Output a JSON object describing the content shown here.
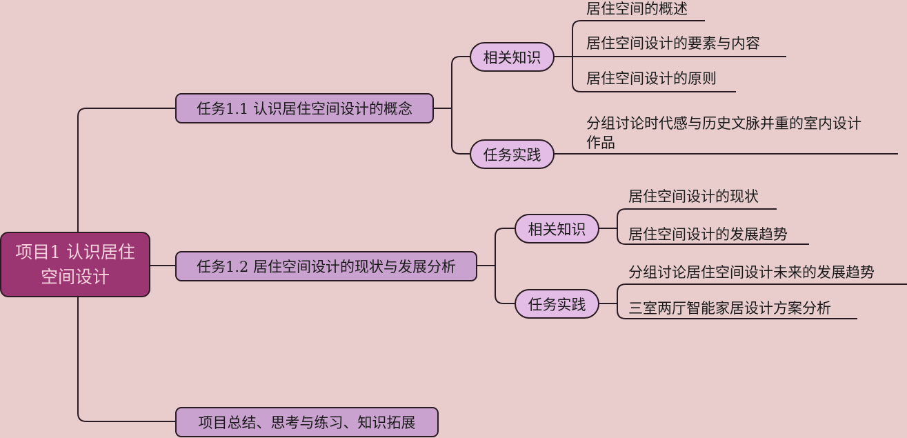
{
  "root": {
    "line1": "项目1  认识居住",
    "line2": "空间设计"
  },
  "tasks": [
    {
      "label": "任务1.1  认识居住空间设计的概念",
      "groups": [
        {
          "label": "相关知识",
          "items": [
            "居住空间的概述",
            "居住空间设计的要素与内容",
            "居住空间设计的原则"
          ]
        },
        {
          "label": "任务实践",
          "items": [
            "分组讨论时代感与历史文脉并重的室内设计",
            "作品"
          ]
        }
      ]
    },
    {
      "label": "任务1.2  居住空间设计的现状与发展分析",
      "groups": [
        {
          "label": "相关知识",
          "items": [
            "居住空间设计的现状",
            "居住空间设计的发展趋势"
          ]
        },
        {
          "label": "任务实践",
          "items": [
            "分组讨论居住空间设计未来的发展趋势",
            "三室两厅智能家居设计方案分析"
          ]
        }
      ]
    },
    {
      "label": "项目总结、思考与练习、知识拓展"
    }
  ]
}
